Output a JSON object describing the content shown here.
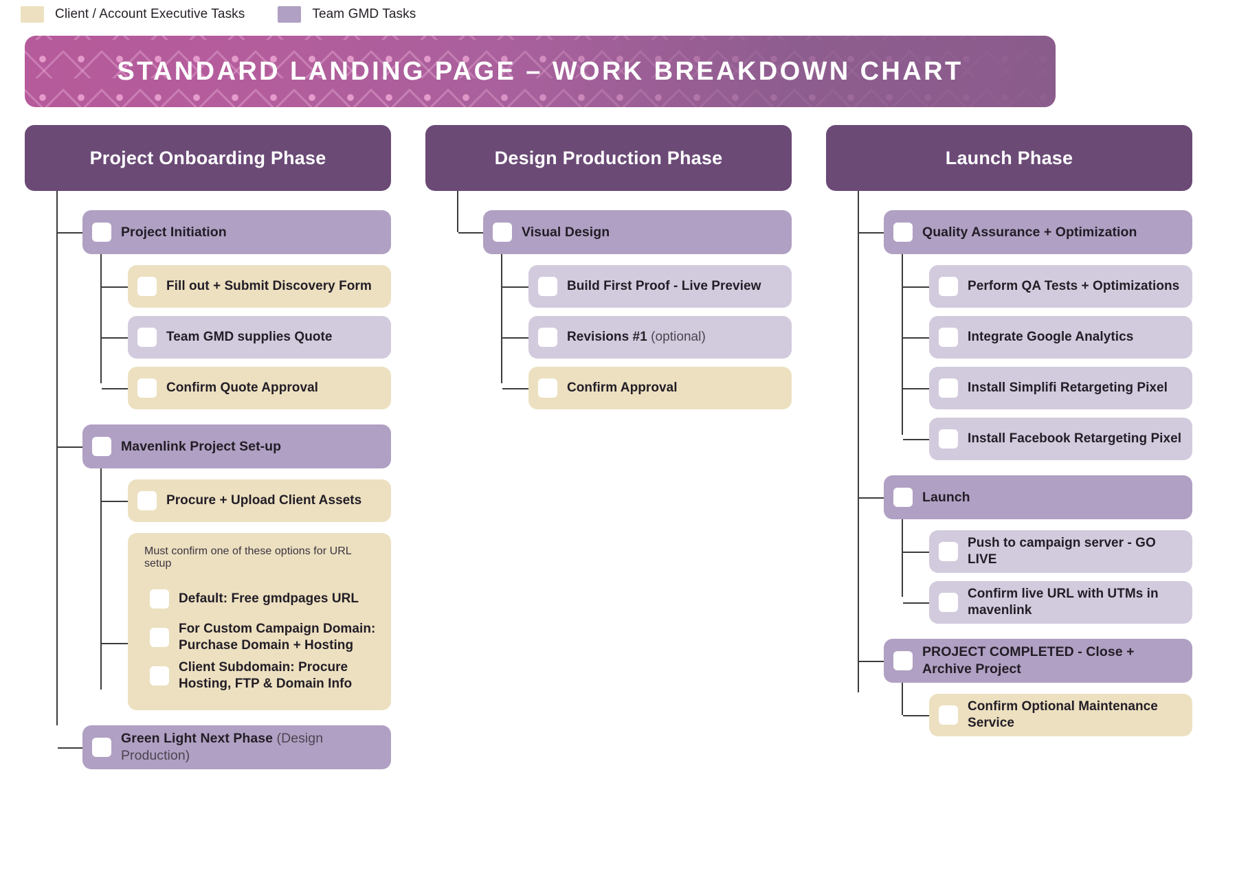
{
  "legend": {
    "items": [
      {
        "label": "Client / Account Executive Tasks",
        "color": "#ece0c0",
        "key": "client"
      },
      {
        "label": "Team GMD Tasks",
        "color": "#b0a0c3",
        "key": "gmd"
      }
    ]
  },
  "banner": {
    "title": "STANDARD LANDING PAGE – WORK BREAKDOWN CHART",
    "gradient_start": "#b55a9a",
    "gradient_end": "#8a5c8c",
    "pattern_color": "#ecb4da"
  },
  "colors": {
    "phase_header": "#6b4a76",
    "level1_box": "#b0a0c3",
    "level2_gmd": "#d2cadd",
    "level2_client": "#ece0c0",
    "connector": "#3b3b3b",
    "text": "#221d26"
  },
  "columns": [
    {
      "phase": "Project Onboarding Phase",
      "nodes": [
        {
          "label": "Project Initiation",
          "children": [
            {
              "label": "Fill out + Submit Discovery Form",
              "owner": "client"
            },
            {
              "label": "Team GMD supplies Quote",
              "owner": "gmd"
            },
            {
              "label": "Confirm Quote Approval",
              "owner": "client"
            }
          ]
        },
        {
          "label": "Mavenlink Project Set-up",
          "children": [
            {
              "label": "Procure + Upload Client Assets",
              "owner": "client"
            }
          ],
          "group": {
            "note": "Must confirm one of these options for URL setup",
            "owner": "client",
            "options": [
              {
                "label": "Default: Free gmdpages URL"
              },
              {
                "label": "For Custom Campaign Domain: Purchase Domain + Hosting"
              },
              {
                "label": "Client Subdomain: Procure Hosting, FTP & Domain Info"
              }
            ]
          }
        },
        {
          "label": "Green Light Next Phase",
          "sub": " (Design Production)",
          "children": []
        }
      ]
    },
    {
      "phase": "Design Production Phase",
      "nodes": [
        {
          "label": "Visual Design",
          "children": [
            {
              "label": "Build First Proof - Live Preview",
              "owner": "gmd"
            },
            {
              "label": "Revisions #1",
              "sub": " (optional)",
              "owner": "gmd"
            },
            {
              "label": "Confirm Approval",
              "owner": "client"
            }
          ]
        }
      ]
    },
    {
      "phase": "Launch Phase",
      "nodes": [
        {
          "label": "Quality Assurance + Optimization",
          "children": [
            {
              "label": "Perform QA Tests + Optimizations",
              "owner": "gmd"
            },
            {
              "label": "Integrate Google Analytics",
              "owner": "gmd"
            },
            {
              "label": "Install Simplifi Retargeting Pixel",
              "owner": "gmd"
            },
            {
              "label": "Install Facebook Retargeting Pixel",
              "owner": "gmd"
            }
          ]
        },
        {
          "label": "Launch",
          "children": [
            {
              "label": "Push to campaign server - GO LIVE",
              "owner": "gmd"
            },
            {
              "label": "Confirm live URL with UTMs  in mavenlink",
              "owner": "gmd"
            }
          ]
        },
        {
          "label": "PROJECT COMPLETED - Close + Archive Project",
          "children": [
            {
              "label": "Confirm Optional Maintenance Service",
              "owner": "client"
            }
          ]
        }
      ]
    }
  ]
}
